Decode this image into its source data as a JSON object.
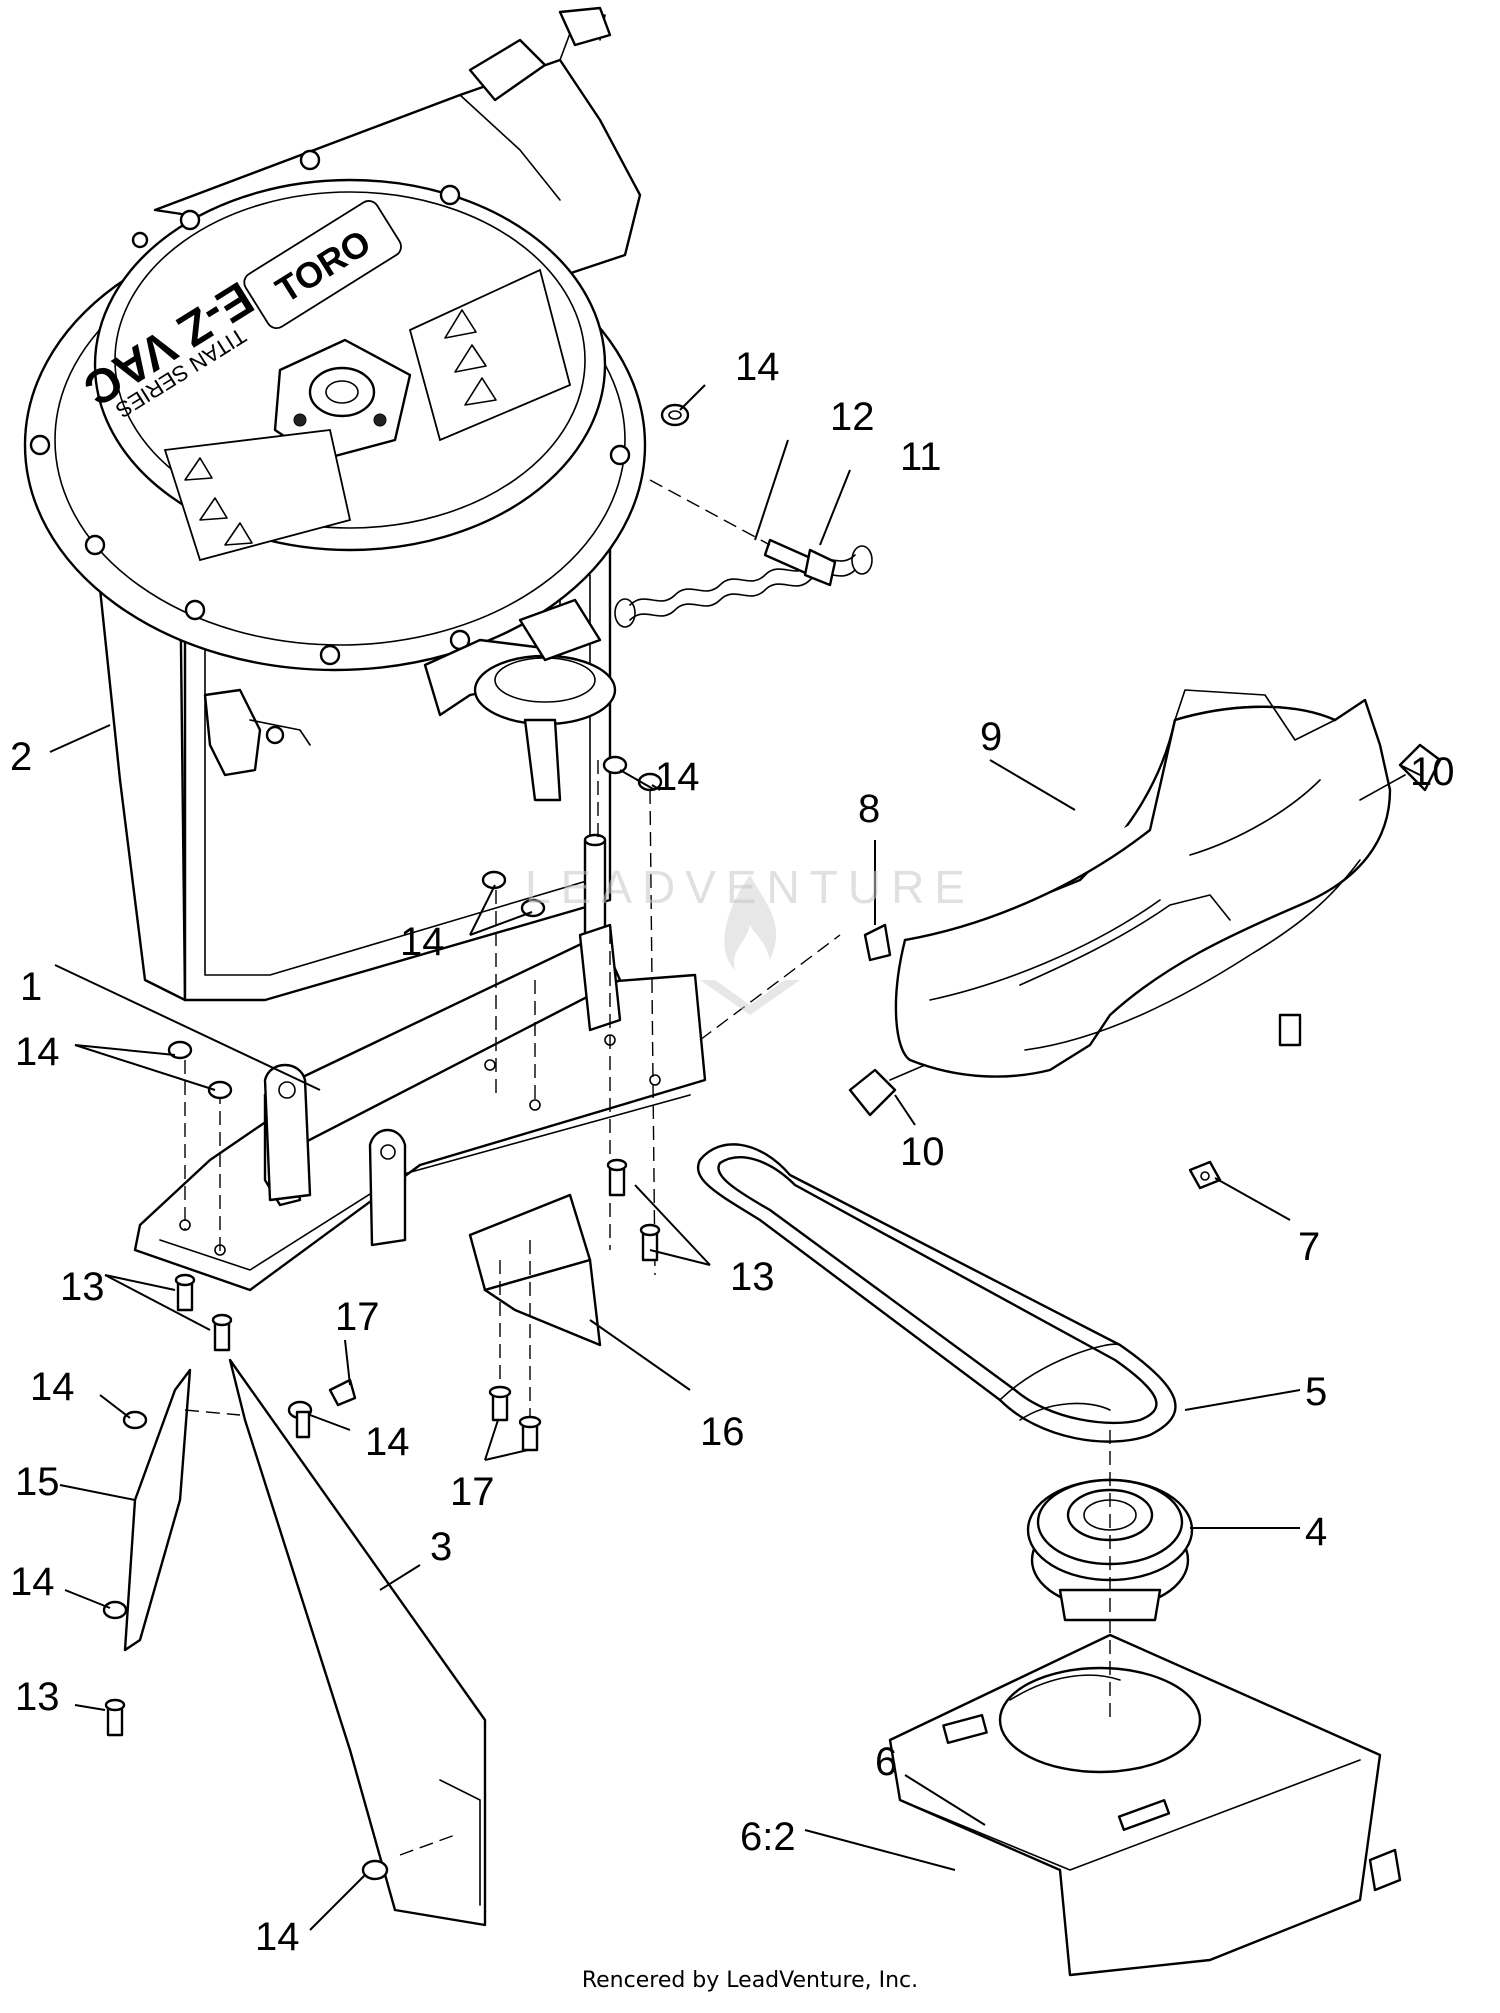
{
  "diagram": {
    "callouts": [
      {
        "id": "c1",
        "text": "1"
      },
      {
        "id": "c2",
        "text": "2"
      },
      {
        "id": "c3",
        "text": "3"
      },
      {
        "id": "c4",
        "text": "4"
      },
      {
        "id": "c5",
        "text": "5"
      },
      {
        "id": "c6",
        "text": "6"
      },
      {
        "id": "c6b",
        "text": "6:2"
      },
      {
        "id": "c7",
        "text": "7"
      },
      {
        "id": "c8",
        "text": "8"
      },
      {
        "id": "c9",
        "text": "9"
      },
      {
        "id": "c10a",
        "text": "10"
      },
      {
        "id": "c10b",
        "text": "10"
      },
      {
        "id": "c11",
        "text": "11"
      },
      {
        "id": "c12",
        "text": "12"
      },
      {
        "id": "c13a",
        "text": "13"
      },
      {
        "id": "c13b",
        "text": "13"
      },
      {
        "id": "c13c",
        "text": "13"
      },
      {
        "id": "c14a",
        "text": "14"
      },
      {
        "id": "c14b",
        "text": "14"
      },
      {
        "id": "c14c",
        "text": "14"
      },
      {
        "id": "c14d",
        "text": "14"
      },
      {
        "id": "c14e",
        "text": "14"
      },
      {
        "id": "c14f",
        "text": "14"
      },
      {
        "id": "c14g",
        "text": "14"
      },
      {
        "id": "c14h",
        "text": "14"
      },
      {
        "id": "c15",
        "text": "15"
      },
      {
        "id": "c16",
        "text": "16"
      },
      {
        "id": "c17a",
        "text": "17"
      },
      {
        "id": "c17b",
        "text": "17"
      }
    ]
  },
  "decal": {
    "brand": "TORO",
    "product": "E-Z VAC",
    "series": "TITAN SERIES"
  },
  "watermark": "LEADVENTURE",
  "footer": "Rencered by LeadVenture, Inc."
}
